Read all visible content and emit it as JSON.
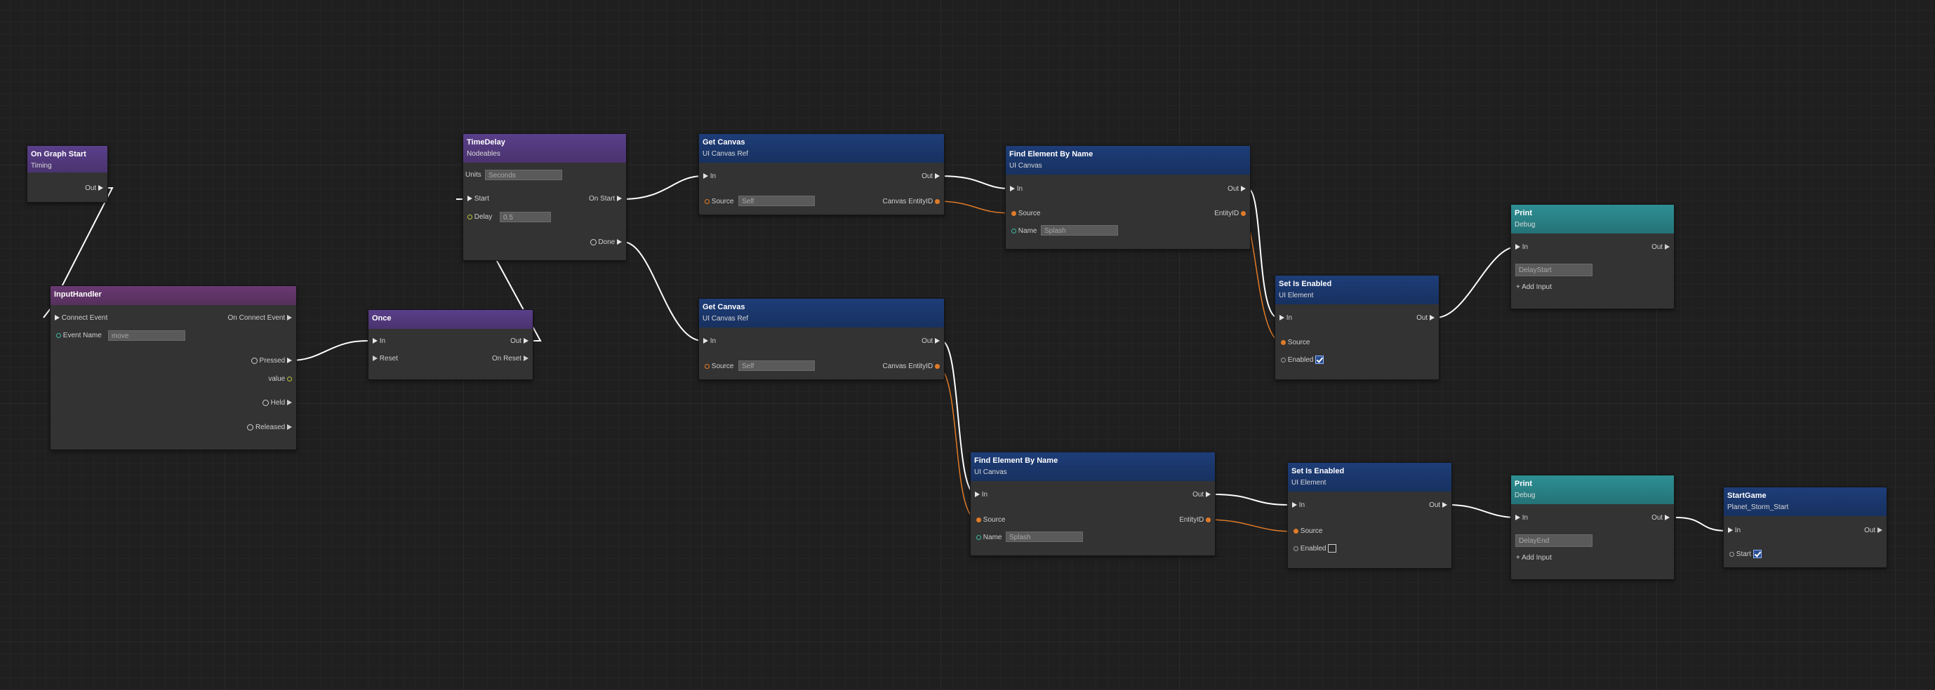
{
  "nodes": {
    "on_graph_start": {
      "title": "On Graph Start",
      "subtitle": "Timing",
      "out": "Out"
    },
    "input_handler": {
      "title": "InputHandler",
      "connect_event": "Connect Event",
      "on_connect_event": "On Connect Event",
      "event_name_label": "Event Name",
      "event_name_value": "move",
      "pressed": "Pressed",
      "value": "value",
      "held": "Held",
      "released": "Released"
    },
    "once": {
      "title": "Once",
      "in": "In",
      "out": "Out",
      "reset": "Reset",
      "on_reset": "On Reset"
    },
    "time_delay": {
      "title": "TimeDelay",
      "subtitle": "Nodeables",
      "units_label": "Units",
      "units_value": "Seconds",
      "start": "Start",
      "on_start": "On Start",
      "delay_label": "Delay",
      "delay_value": "0.5",
      "done": "Done"
    },
    "get_canvas_1": {
      "title": "Get Canvas",
      "subtitle": "UI Canvas Ref",
      "in": "In",
      "out": "Out",
      "source_label": "Source",
      "source_value": "Self",
      "canvas_entity": "Canvas EntityID"
    },
    "get_canvas_2": {
      "title": "Get Canvas",
      "subtitle": "UI Canvas Ref",
      "in": "In",
      "out": "Out",
      "source_label": "Source",
      "source_value": "Self",
      "canvas_entity": "Canvas EntityID"
    },
    "find_element_1": {
      "title": "Find Element By Name",
      "subtitle": "UI Canvas",
      "in": "In",
      "out": "Out",
      "source": "Source",
      "entity_id": "EntityID",
      "name_label": "Name",
      "name_value": "Splash"
    },
    "find_element_2": {
      "title": "Find Element By Name",
      "subtitle": "UI Canvas",
      "in": "In",
      "out": "Out",
      "source": "Source",
      "entity_id": "EntityID",
      "name_label": "Name",
      "name_value": "Splash"
    },
    "set_enabled_1": {
      "title": "Set Is Enabled",
      "subtitle": "UI Element",
      "in": "In",
      "out": "Out",
      "source": "Source",
      "enabled": "Enabled",
      "enabled_checked": true
    },
    "set_enabled_2": {
      "title": "Set Is Enabled",
      "subtitle": "UI Element",
      "in": "In",
      "out": "Out",
      "source": "Source",
      "enabled": "Enabled",
      "enabled_checked": false
    },
    "print_1": {
      "title": "Print",
      "subtitle": "Debug",
      "in": "In",
      "out": "Out",
      "text_value": "DelayStart",
      "add_input": "Add Input"
    },
    "print_2": {
      "title": "Print",
      "subtitle": "Debug",
      "in": "In",
      "out": "Out",
      "text_value": "DelayEnd",
      "add_input": "Add Input"
    },
    "start_game": {
      "title": "StartGame",
      "subtitle": "Planet_Storm_Start",
      "in": "In",
      "out": "Out",
      "start": "Start",
      "start_checked": true
    }
  },
  "colors": {
    "background": "#1f1f1f",
    "exec_wire": "#ffffff",
    "data_wire": "#e07b28",
    "header_purple": "#5a3f8a",
    "header_magenta": "#6a3872",
    "header_blue": "#1e3d78",
    "header_teal": "#2e8f94"
  }
}
